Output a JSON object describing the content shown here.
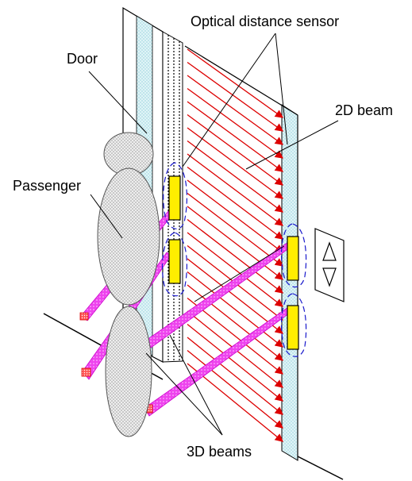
{
  "labels": {
    "door": "Door",
    "optical_sensor": "Optical distance sensor",
    "beam_2d": "2D beam",
    "passenger": "Passenger",
    "beams_3d": "3D beams"
  },
  "indicator": {
    "up_icon": "triangle-up-icon",
    "down_icon": "triangle-down-icon"
  },
  "colors": {
    "beam_2d": "#dd0000",
    "beam_3d": "#ee44ee",
    "sensor": "#ffee00",
    "detection_zone": "#1a1acc",
    "glass": "#b8e4ec",
    "passenger": "#cccccc"
  }
}
